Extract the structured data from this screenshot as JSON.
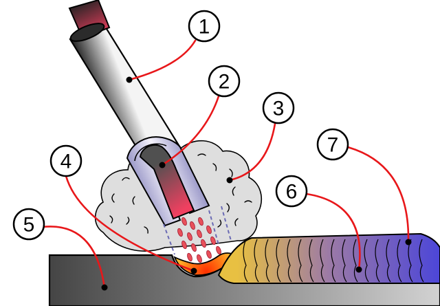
{
  "colors": {
    "leader": "#e8171a",
    "marker": "#000000",
    "outline": "#000000",
    "electrode_dark": "#161616",
    "electrode_light": "#f2f2f2",
    "core_red": "#f04060",
    "nozzle_light": "#f4f2fb",
    "nozzle_shade": "#9a98c8",
    "gas_cloud": "#dedede",
    "droplet": "#e8505a",
    "shield_dash": "#6a6ab4",
    "base_dark": "#454545",
    "base_light": "#d2d2d2",
    "pool_hot": "#ff3000",
    "pool_warm": "#ffd23c",
    "bead_gold": "#e8c042",
    "bead_blue": "#4c46d8"
  },
  "callouts": [
    {
      "label": "1",
      "part": "electrode"
    },
    {
      "label": "2",
      "part": "filler-wire"
    },
    {
      "label": "3",
      "part": "shielding-gas"
    },
    {
      "label": "4",
      "part": "weld-pool"
    },
    {
      "label": "5",
      "part": "base-metal"
    },
    {
      "label": "6",
      "part": "weld-bead"
    },
    {
      "label": "7",
      "part": "solidified-weld"
    }
  ]
}
